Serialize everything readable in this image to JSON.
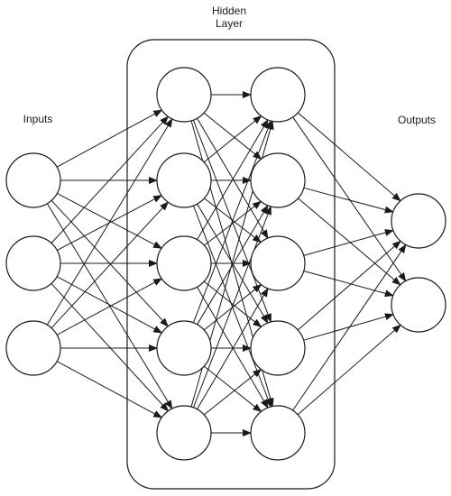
{
  "labels": {
    "inputs": "Inputs",
    "hidden_line1": "Hidden",
    "hidden_line2": "Layer",
    "outputs": "Outputs"
  },
  "network": {
    "layers": [
      {
        "name": "inputs",
        "node_count": 3
      },
      {
        "name": "hidden-1",
        "node_count": 5
      },
      {
        "name": "hidden-2",
        "node_count": 5
      },
      {
        "name": "outputs",
        "node_count": 2
      }
    ],
    "connectivity": "fully-connected"
  },
  "colors": {
    "stroke": "#1a1a1a",
    "node_fill": "#ffffff",
    "background": "#ffffff"
  }
}
